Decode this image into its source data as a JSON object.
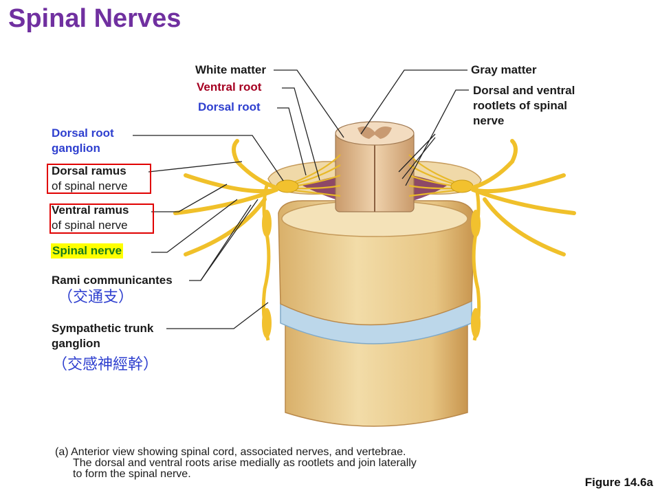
{
  "title": "Spinal Nerves",
  "labels": {
    "white_matter": "White matter",
    "ventral_root": "Ventral root",
    "dorsal_root": "Dorsal root",
    "gray_matter": "Gray matter",
    "rootlets": [
      "Dorsal and ventral",
      "rootlets of spinal",
      "nerve"
    ],
    "drg": [
      "Dorsal root",
      "ganglion"
    ],
    "dorsal_ramus": [
      "Dorsal ramus",
      "of spinal nerve"
    ],
    "ventral_ramus": [
      "Ventral ramus",
      "of spinal nerve"
    ],
    "spinal_nerve": "Spinal nerve",
    "rami": "Rami communicantes",
    "rami_cn": "（交通支）",
    "sympathetic": [
      "Sympathetic trunk",
      "ganglion"
    ],
    "sympathetic_cn": "（交感神經幹）"
  },
  "caption": [
    "(a) Anterior view showing spinal cord, associated nerves, and vertebrae.",
    "The dorsal and ventral roots arise medially as rootlets and join laterally",
    "to form the spinal nerve."
  ],
  "figure": "Figure 14.6a",
  "colors": {
    "title": "#7030A0",
    "ventral_root": "#A50021",
    "dorsal_root": "#2E3FCF",
    "highlight": "#FFFF00",
    "box": "#E00000"
  }
}
